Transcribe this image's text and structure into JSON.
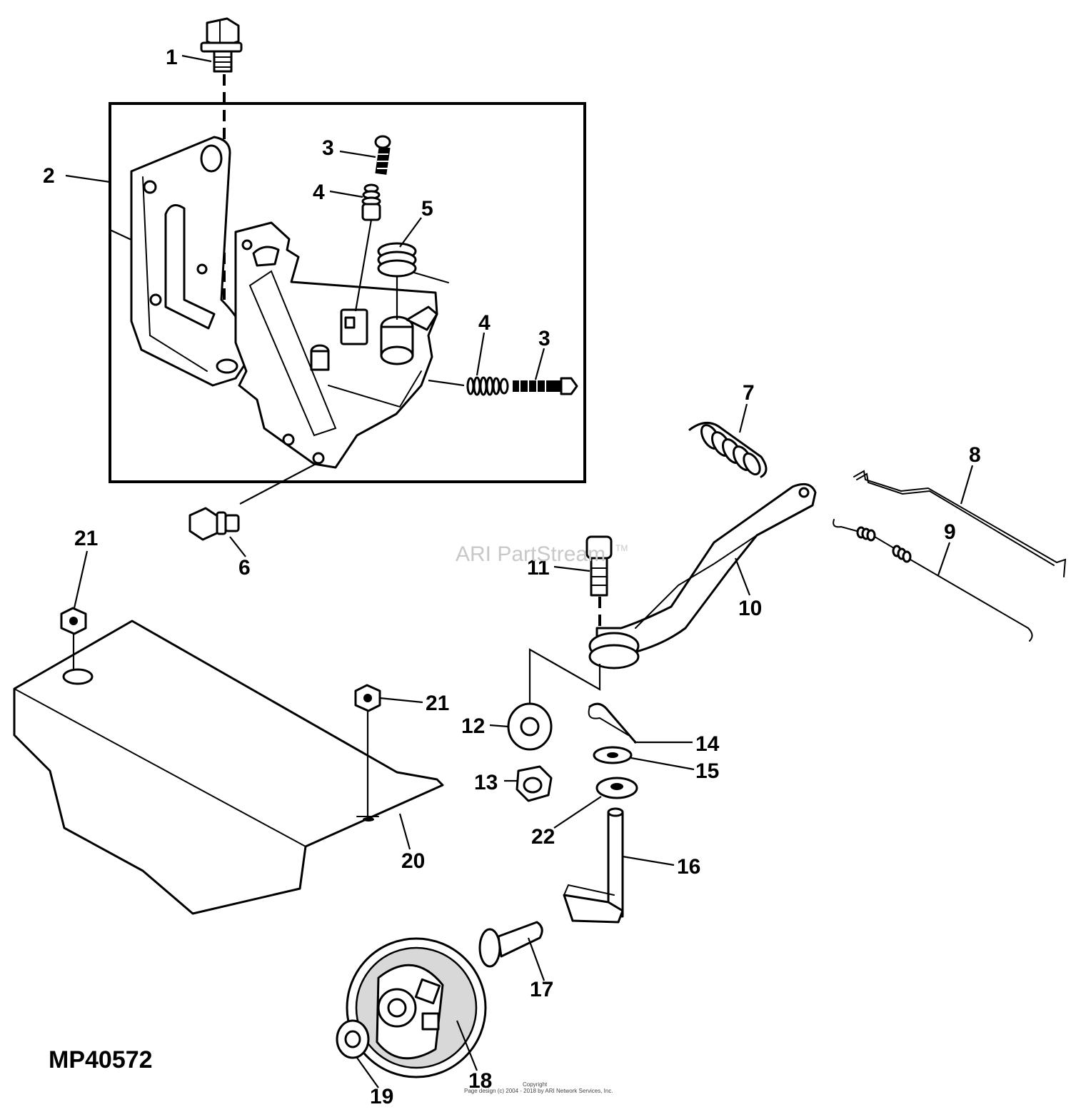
{
  "diagram": {
    "reference_code": "MP40572",
    "watermark": "ARI PartStream",
    "watermark_tm": "TM",
    "copyright_label": "Copyright",
    "copyright_text": "Page design (c) 2004 - 2018 by ARI Network Services, Inc.",
    "callouts": {
      "c1": "1",
      "c2": "2",
      "c3a": "3",
      "c3b": "3",
      "c4a": "4",
      "c4b": "4",
      "c5": "5",
      "c6": "6",
      "c7": "7",
      "c8": "8",
      "c9": "9",
      "c10": "10",
      "c11": "11",
      "c12": "12",
      "c13": "13",
      "c14": "14",
      "c15": "15",
      "c16": "16",
      "c17": "17",
      "c18": "18",
      "c19": "19",
      "c20": "20",
      "c21a": "21",
      "c21b": "21",
      "c22": "22"
    }
  }
}
